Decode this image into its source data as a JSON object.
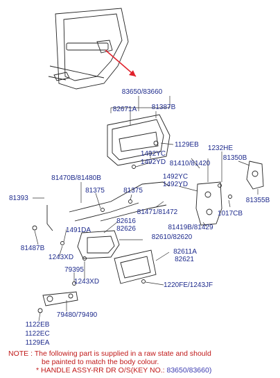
{
  "labels": {
    "p83650_83660": "83650/83660",
    "p82671A": "82671A",
    "p81387B": "81387B",
    "p1129EB": "1129EB",
    "p1492YC_a": "1492YC",
    "p1492YD_a": "1492YD",
    "p1232HE": "1232HE",
    "p81410_81420": "81410/81420",
    "p81350B": "81350B",
    "p1492YC_b": "1492YC",
    "p1492YD_b": "1492YD",
    "p81470B_81480B": "81470B/81480B",
    "p81375_a": "81375",
    "p81375_b": "81375",
    "p81393": "81393",
    "p81471_81472": "81471/81472",
    "p81355B": "81355B",
    "p1017CB": "1017CB",
    "p82616": "82616",
    "p82626": "82626",
    "p81419B_81429": "81419B/81429",
    "p1491DA": "1491DA",
    "p82610_82620": "82610/82620",
    "p81487B": "81487B",
    "p1243XD_a": "1243XD",
    "p82611A": "82611A",
    "p82621": "82621",
    "p79395": "79395",
    "p1243XD_b": "1243XD",
    "p1220FE_1243JF": "1220FE/1243JF",
    "p79480_79490": "79480/79490",
    "p1122EB": "1122EB",
    "p1122EC": "1122EC",
    "p1129EA": "1129EA"
  },
  "note": {
    "prefix": "NOTE :",
    "line1": "The following part is supplied in a raw state and should",
    "line2": "be painted to match the body colour.",
    "star": "*",
    "line3_text": "HANDLE ASSY-RR DR O/S(KEY NO.:",
    "line3_key": "83650/83660",
    "line3_end": ")"
  },
  "colors": {
    "label": "#1d2a8c",
    "note": "#c01818",
    "arrow": "#e0202a",
    "line": "#222222"
  }
}
